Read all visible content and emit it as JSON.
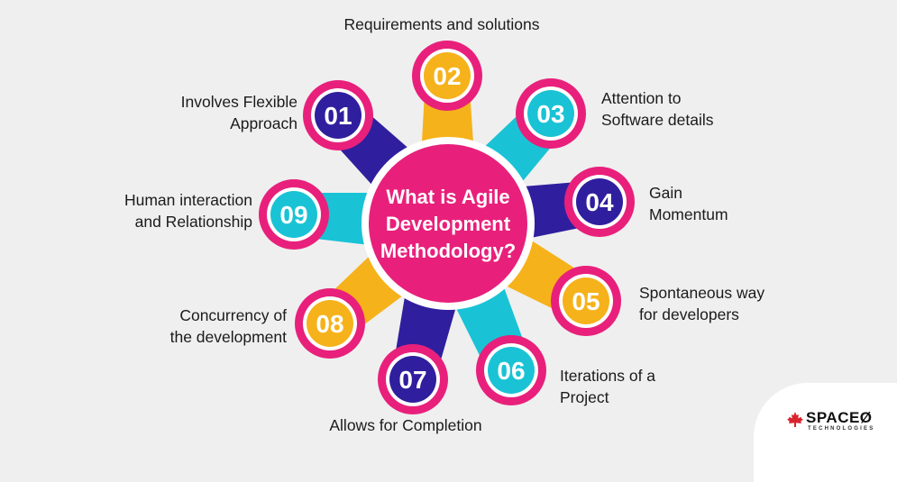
{
  "center": {
    "line1": "What is Agile",
    "line2": "Development",
    "line3": "Methodology?"
  },
  "items": [
    {
      "num": "01",
      "label_lines": [
        "Involves Flexible",
        "Approach"
      ],
      "inner": "#2f1f9e",
      "ray": "#2f1f9e"
    },
    {
      "num": "02",
      "label_lines": [
        "Requirements and solutions"
      ],
      "inner": "#f5b21a",
      "ray": "#f5b21a"
    },
    {
      "num": "03",
      "label_lines": [
        "Attention to",
        "Software details"
      ],
      "inner": "#19c3d5",
      "ray": "#19c3d5"
    },
    {
      "num": "04",
      "label_lines": [
        "Gain",
        "Momentum"
      ],
      "inner": "#2f1f9e",
      "ray": "#2f1f9e"
    },
    {
      "num": "05",
      "label_lines": [
        "Spontaneous way",
        "for developers"
      ],
      "inner": "#f5b21a",
      "ray": "#f5b21a"
    },
    {
      "num": "06",
      "label_lines": [
        "Iterations of a",
        "Project"
      ],
      "inner": "#19c3d5",
      "ray": "#19c3d5"
    },
    {
      "num": "07",
      "label_lines": [
        "Allows for Completion"
      ],
      "inner": "#2f1f9e",
      "ray": "#2f1f9e"
    },
    {
      "num": "08",
      "label_lines": [
        "Concurrency of",
        "the development"
      ],
      "inner": "#f5b21a",
      "ray": "#f5b21a"
    },
    {
      "num": "09",
      "label_lines": [
        "Human interaction",
        "and Relationship"
      ],
      "inner": "#19c3d5",
      "ray": "#19c3d5"
    }
  ],
  "colors": {
    "background": "#efefef",
    "pink": "#e8207b",
    "navy": "#2f1f9e",
    "yellow": "#f5b21a",
    "cyan": "#19c3d5",
    "logo_red": "#d9232d"
  },
  "logo": {
    "main": "SPACEØ",
    "sub": "TECHNOLOGIES",
    "icon": "maple-leaf-icon"
  }
}
